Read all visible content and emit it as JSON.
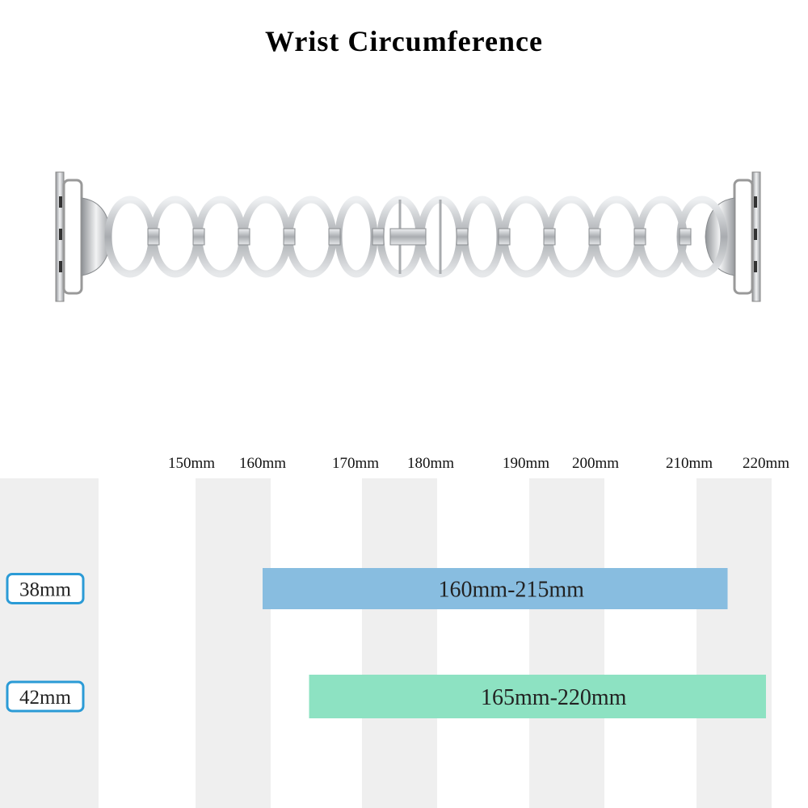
{
  "header": {
    "title": "Wrist Circumference"
  },
  "colors": {
    "stripe": "#efefef",
    "bar_38": "#88bde0",
    "bar_42": "#8de2c2",
    "size_box_border": "#2b9bd6",
    "band_metal": "#c7c9cb"
  },
  "icons": {
    "product": "watch-band-image"
  },
  "chart_data": {
    "type": "bar",
    "orientation": "horizontal",
    "subtype": "range",
    "unit": "mm",
    "x_ticks": [
      "150mm",
      "160mm",
      "170mm",
      "180mm",
      "190mm",
      "200mm",
      "210mm",
      "220mm"
    ],
    "x_tick_values": [
      150,
      160,
      170,
      180,
      190,
      200,
      210,
      220
    ],
    "xlim": [
      140,
      220
    ],
    "categories": [
      "38mm",
      "42mm"
    ],
    "ranges": [
      {
        "category": "38mm",
        "start": 160,
        "end": 215,
        "label": "160mm-215mm"
      },
      {
        "category": "42mm",
        "start": 165,
        "end": 220,
        "label": "165mm-220mm"
      }
    ],
    "grid": "alternating vertical stripes",
    "legend": "none"
  }
}
